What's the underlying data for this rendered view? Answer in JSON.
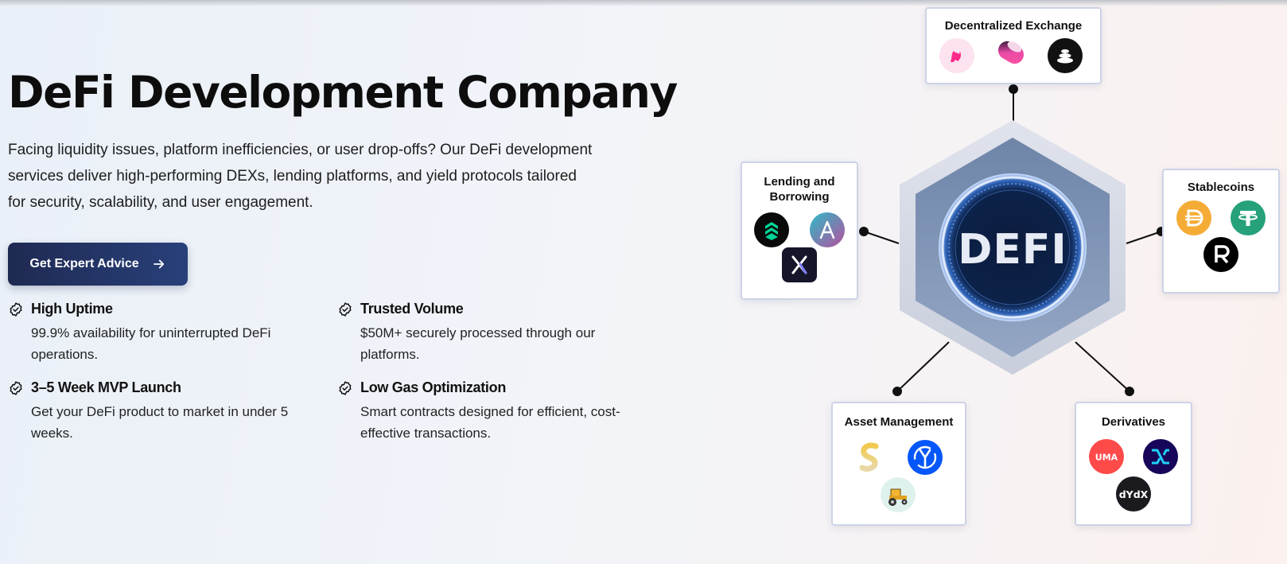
{
  "hero": {
    "title": "DeFi Development Company",
    "description": "Facing liquidity issues, platform inefficiencies, or user drop-offs? Our DeFi development services deliver high-performing DEXs, lending platforms, and yield protocols tailored for security, scalability, and user engagement.",
    "cta_label": "Get Expert Advice",
    "cta_icon": "arrow-right-icon",
    "accent_color": "#1f2a52"
  },
  "features": [
    {
      "title": "High Uptime",
      "description": "99.9% availability for uninterrupted DeFi operations.",
      "icon": "badge-check-icon"
    },
    {
      "title": "Trusted Volume",
      "description": "$50M+ securely processed through our platforms.",
      "icon": "badge-check-icon"
    },
    {
      "title": "3–5 Week MVP Launch",
      "description": "Get your DeFi product to market in under 5 weeks.",
      "icon": "badge-check-icon"
    },
    {
      "title": "Low Gas Optimization",
      "description": "Smart contracts designed for efficient, cost-effective transactions.",
      "icon": "badge-check-icon"
    }
  ],
  "diagram": {
    "center_label": "DEFI",
    "categories": [
      {
        "title": "Decentralized Exchange",
        "logos": [
          "uniswap-icon",
          "sushiswap-icon",
          "balancer-icon"
        ]
      },
      {
        "title": "Lending and Borrowing",
        "logos": [
          "compound-icon",
          "aave-icon",
          "dforce-icon"
        ]
      },
      {
        "title": "Stablecoins",
        "logos": [
          "dai-icon",
          "tether-icon",
          "reserve-icon"
        ]
      },
      {
        "title": "Asset Management",
        "logos": [
          "set-protocol-icon",
          "yearn-icon",
          "harvest-icon"
        ]
      },
      {
        "title": "Derivatives",
        "logos": [
          "uma-icon",
          "synthetix-icon",
          "dydx-icon"
        ]
      }
    ],
    "logo_texts": {
      "uma": "UMA",
      "dydx": "dYdX"
    }
  }
}
